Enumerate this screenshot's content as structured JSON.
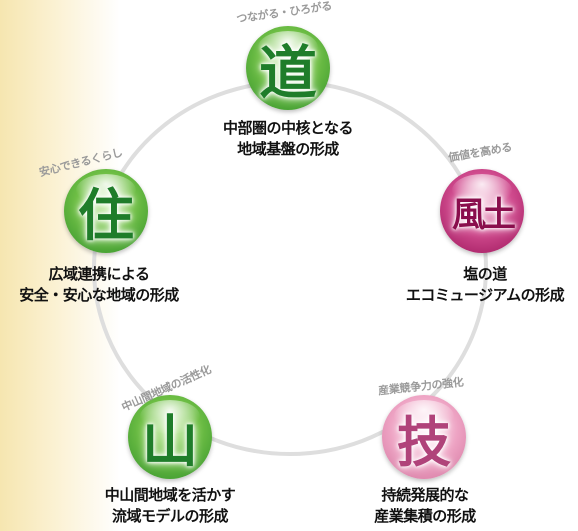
{
  "nodes": [
    {
      "id": "road",
      "glyph": "道",
      "tag": "つながる・ひろがる",
      "lines": [
        "中部圏の中核となる",
        "地域基盤の形成"
      ]
    },
    {
      "id": "wind",
      "glyph": "風土",
      "tag": "価値を高める",
      "lines": [
        "塩の道",
        "エコミュージアムの形成"
      ]
    },
    {
      "id": "skill",
      "glyph": "技",
      "tag": "産業競争力の強化",
      "lines": [
        "持続発展的な",
        "産業集積の形成"
      ]
    },
    {
      "id": "mountain",
      "glyph": "山",
      "tag": "中山間地域の活性化",
      "lines": [
        "中山間地域を活かす",
        "流域モデルの形成"
      ]
    },
    {
      "id": "living",
      "glyph": "住",
      "tag": "安心できるくらし",
      "lines": [
        "広域連携による",
        "安全・安心な地域の形成"
      ]
    }
  ],
  "colors": {
    "green_disc": "#5cae3a",
    "pink_disc": "#c2287a",
    "light_pink_disc": "#e69ab9",
    "green_glyph": "#1f7d2a",
    "pink_glyph": "#8a0e4d",
    "ring": "#dcdcdc",
    "tag_text": "#9a9a9a"
  }
}
